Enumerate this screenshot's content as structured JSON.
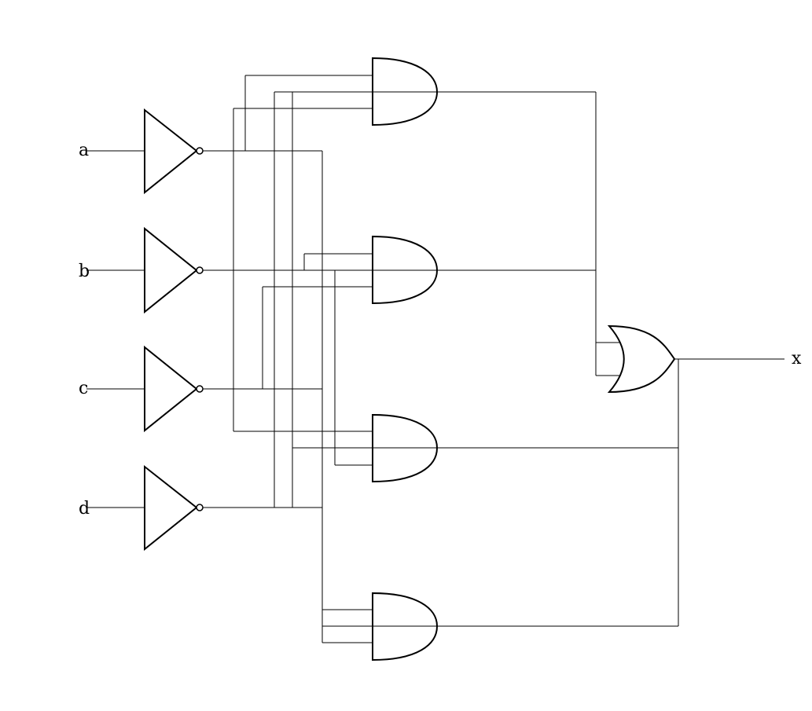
{
  "inputs": [
    {
      "name": "a"
    },
    {
      "name": "b"
    },
    {
      "name": "c"
    },
    {
      "name": "d"
    }
  ],
  "output": {
    "name": "x"
  },
  "gates": {
    "not_count": 4,
    "and_count": 4,
    "or_count": 1
  },
  "colors": {
    "stroke": "#000000",
    "background": "#ffffff"
  }
}
